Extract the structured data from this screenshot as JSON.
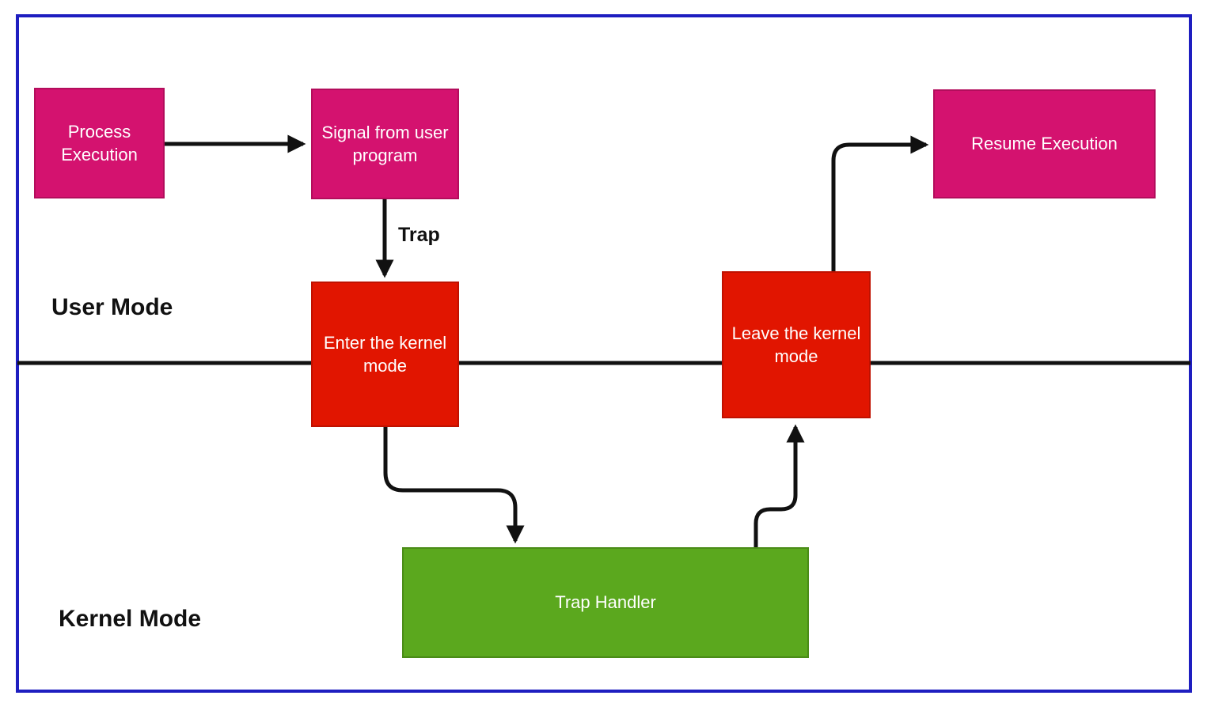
{
  "colors": {
    "frame-blue": "#1E1EC0",
    "node-pink": "#D4126F",
    "node-pink-border": "#B30D5C",
    "node-red": "#E11500",
    "node-red-border": "#BF1100",
    "node-green": "#5BA81E",
    "node-green-border": "#4A8C17",
    "line-black": "#111111",
    "node-text": "#FFFFFF",
    "label-text": "#111111"
  },
  "diagram": {
    "regions": {
      "user_mode": {
        "label": "User Mode"
      },
      "kernel_mode": {
        "label": "Kernel Mode"
      }
    },
    "nodes": {
      "process_execution": {
        "label": "Process Execution"
      },
      "signal_from_user_program": {
        "label": "Signal from user program"
      },
      "enter_kernel_mode": {
        "label": "Enter the kernel mode"
      },
      "leave_kernel_mode": {
        "label": "Leave the kernel mode"
      },
      "trap_handler": {
        "label": "Trap Handler"
      },
      "resume_execution": {
        "label": "Resume Execution"
      }
    },
    "edges": [
      {
        "from": "process_execution",
        "to": "signal_from_user_program",
        "label": ""
      },
      {
        "from": "signal_from_user_program",
        "to": "enter_kernel_mode",
        "label": "Trap"
      },
      {
        "from": "enter_kernel_mode",
        "to": "trap_handler",
        "label": ""
      },
      {
        "from": "trap_handler",
        "to": "leave_kernel_mode",
        "label": ""
      },
      {
        "from": "leave_kernel_mode",
        "to": "resume_execution",
        "label": ""
      }
    ]
  }
}
